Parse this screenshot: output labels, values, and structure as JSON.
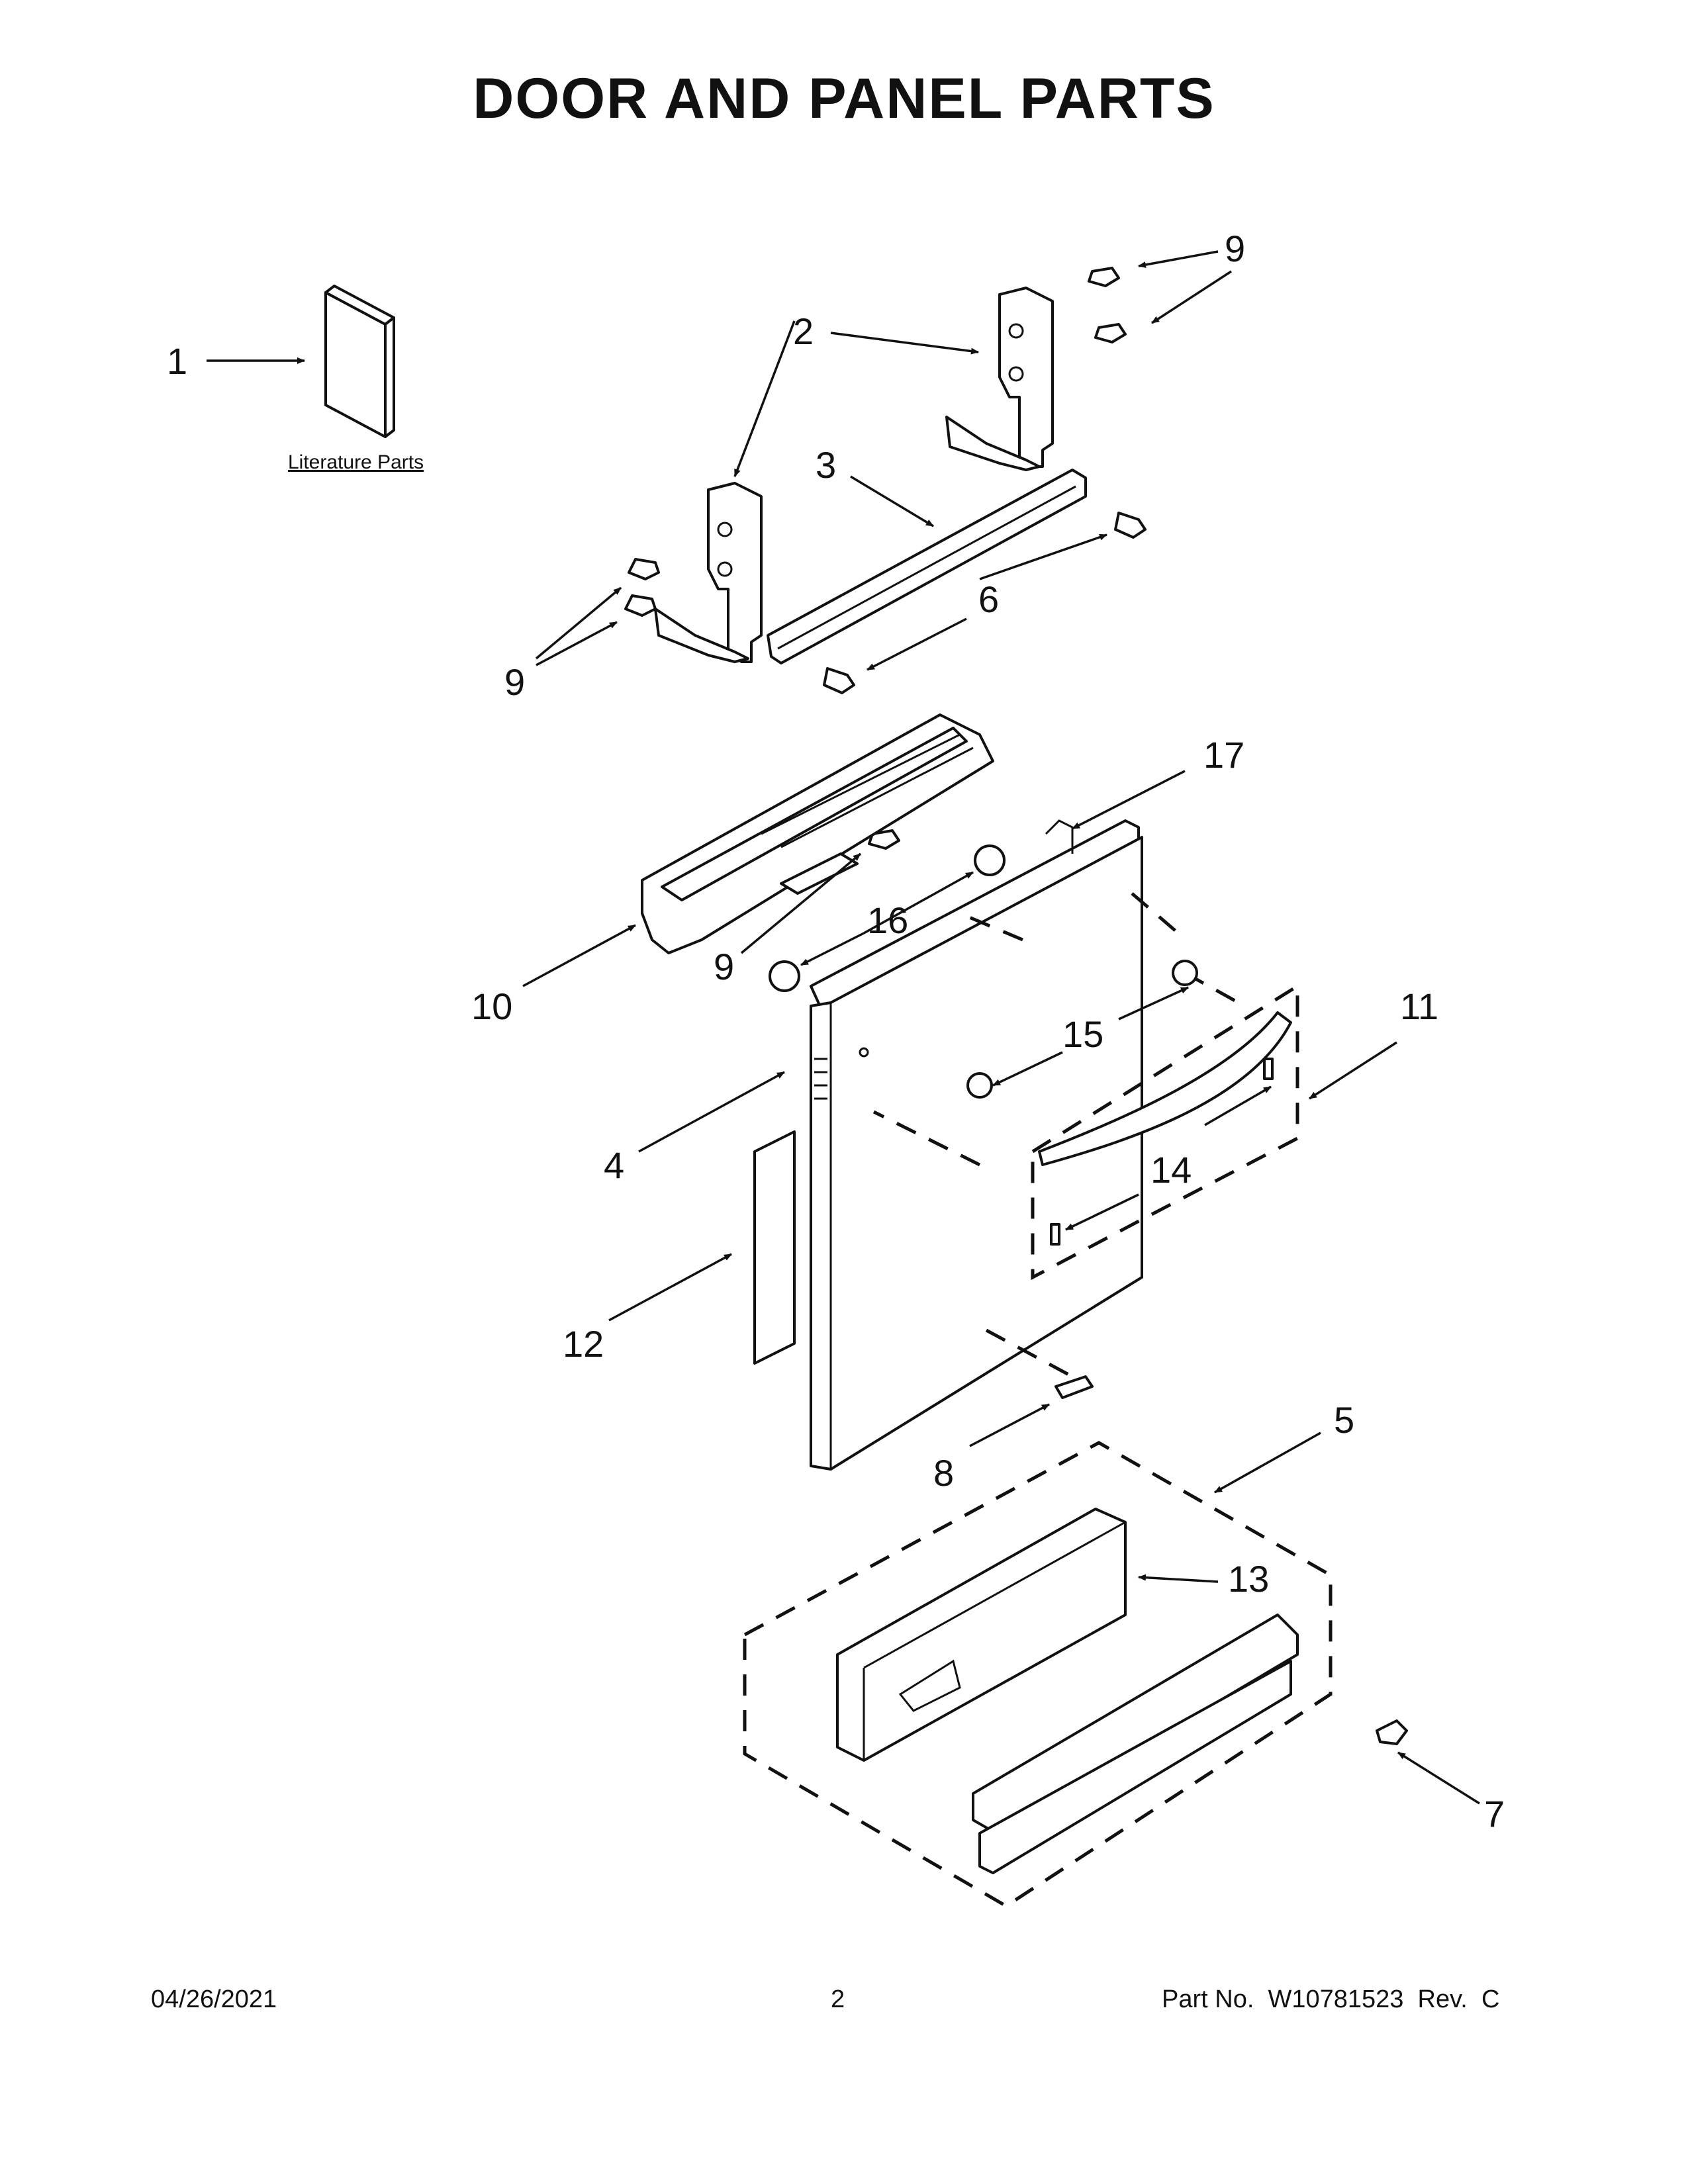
{
  "page": {
    "title": "DOOR AND PANEL PARTS",
    "literature_label": "Literature Parts"
  },
  "callouts": [
    {
      "id": "1",
      "label": "1"
    },
    {
      "id": "2a",
      "label": "2"
    },
    {
      "id": "3",
      "label": "3"
    },
    {
      "id": "9a",
      "label": "9"
    },
    {
      "id": "6",
      "label": "6"
    },
    {
      "id": "9b",
      "label": "9"
    },
    {
      "id": "17",
      "label": "17"
    },
    {
      "id": "16",
      "label": "16"
    },
    {
      "id": "9c",
      "label": "9"
    },
    {
      "id": "10",
      "label": "10"
    },
    {
      "id": "11",
      "label": "11"
    },
    {
      "id": "15",
      "label": "15"
    },
    {
      "id": "4",
      "label": "4"
    },
    {
      "id": "14",
      "label": "14"
    },
    {
      "id": "12",
      "label": "12"
    },
    {
      "id": "8",
      "label": "8"
    },
    {
      "id": "5",
      "label": "5"
    },
    {
      "id": "13",
      "label": "13"
    },
    {
      "id": "7",
      "label": "7"
    }
  ],
  "footer": {
    "date": "04/26/2021",
    "page_number": "2",
    "part_number": "Part No.  W10781523  Rev.  C"
  }
}
